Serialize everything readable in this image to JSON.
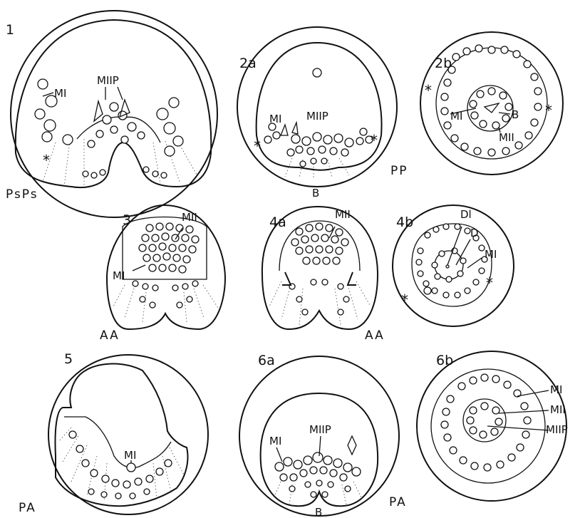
{
  "plate": {
    "figures": [
      {
        "id": "fig-1",
        "number": "1",
        "stage": "PsPs",
        "labels": [
          "MI",
          "MIIP"
        ]
      },
      {
        "id": "fig-2a",
        "number": "2a",
        "stage": "PP",
        "labels": [
          "MI",
          "MIIP",
          "B"
        ]
      },
      {
        "id": "fig-2b",
        "number": "2b",
        "stage": "",
        "labels": [
          "MI",
          "B",
          "MII"
        ]
      },
      {
        "id": "fig-3",
        "number": "3",
        "stage": "AA",
        "labels": [
          "MII",
          "MI"
        ]
      },
      {
        "id": "fig-4a",
        "number": "4a",
        "stage": "AA",
        "labels": [
          "MII"
        ]
      },
      {
        "id": "fig-4b",
        "number": "4b",
        "stage": "",
        "labels": [
          "Dl",
          "D",
          "MI"
        ]
      },
      {
        "id": "fig-5",
        "number": "5",
        "stage": "PA",
        "labels": [
          "MI"
        ]
      },
      {
        "id": "fig-6a",
        "number": "6a",
        "stage": "PA",
        "labels": [
          "MIIP",
          "MI",
          "B"
        ]
      },
      {
        "id": "fig-6b",
        "number": "6b",
        "stage": "",
        "labels": [
          "MI",
          "MII",
          "MIIP"
        ]
      }
    ]
  }
}
